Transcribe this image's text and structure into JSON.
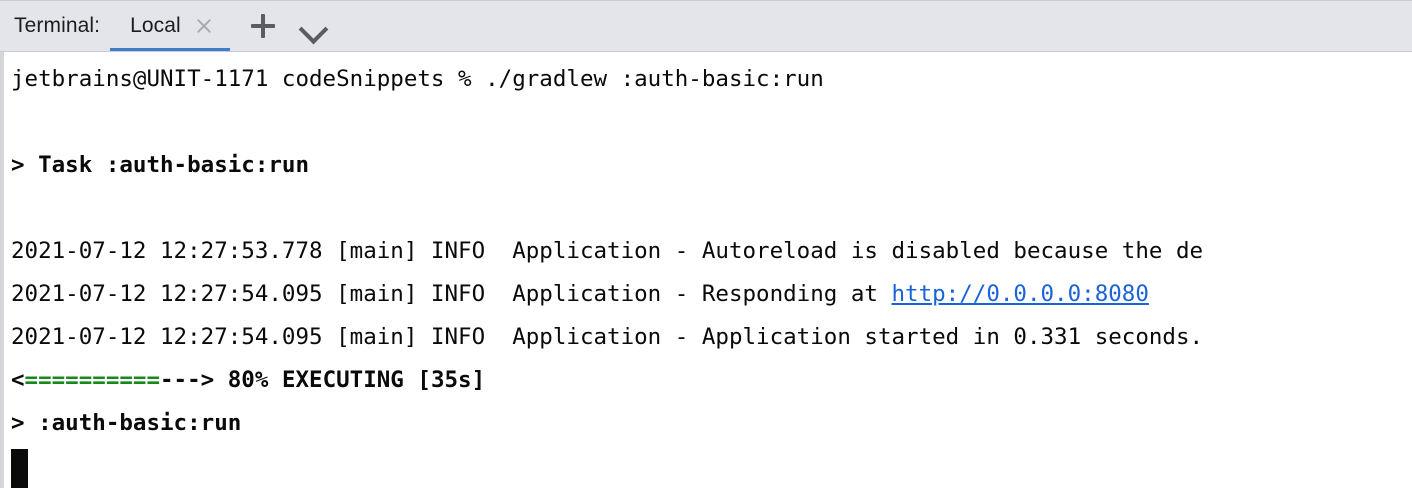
{
  "header": {
    "title": "Terminal:",
    "tabs": [
      {
        "label": "Local",
        "active": true,
        "close_icon": "close-icon"
      }
    ],
    "add_tab_icon": "plus-icon",
    "menu_icon": "chevron-down-icon",
    "accent_color": "#3d7dc9",
    "background_color": "#e3e5ea"
  },
  "terminal": {
    "prompt_line": "jetbrains@UNIT-1171 codeSnippets % ./gradlew :auth-basic:run",
    "task_line": "> Task :auth-basic:run",
    "logs": [
      {
        "text": "2021-07-12 12:27:53.778 [main] INFO  Application - Autoreload is disabled because the de"
      },
      {
        "prefix": "2021-07-12 12:27:54.095 [main] INFO  Application - Responding at ",
        "link": "http://0.0.0.0:8080",
        "link_color": "#1a63d8",
        "suffix": ""
      },
      {
        "text": "2021-07-12 12:27:54.095 [main] INFO  Application - Application started in 0.331 seconds."
      }
    ],
    "progress": {
      "bar_open": "<",
      "bar_filled": "==========",
      "bar_empty": "--->",
      "percent": "80%",
      "status": "EXECUTING",
      "elapsed": "[35s]",
      "filled_color": "#17881b"
    },
    "current_task_line": "> :auth-basic:run",
    "cursor": "cursor-block"
  }
}
